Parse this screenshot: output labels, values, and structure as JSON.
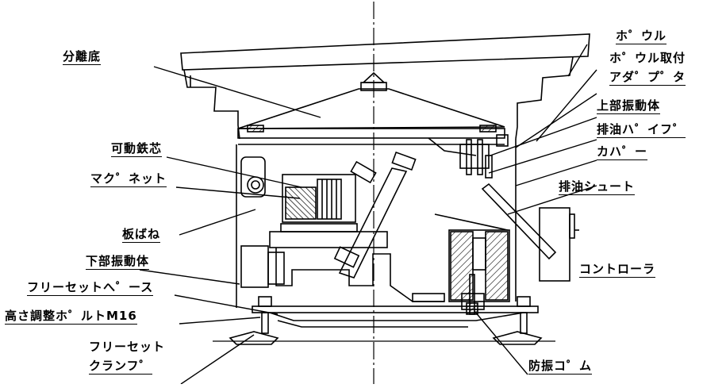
{
  "labels": {
    "bowl": "ホ゜ウル",
    "bowl_adapter_1": "ホ゜ウル取付",
    "bowl_adapter_2": "アダ゜プ゜タ",
    "separation_bottom": "分離底",
    "upper_vibrator": "上部振動体",
    "oil_drain_pipe": "排油ハ゜イフ゜",
    "cover": "カハ゜ー",
    "movable_core": "可動鉄芯",
    "oil_drain_chute": "排油シュート",
    "magnet": "マク゜ネット",
    "leaf_spring": "板ばね",
    "lower_vibrator": "下部振動体",
    "controller": "コントローラ",
    "freeset_base": "フリーセットへ゜ース",
    "height_bolt": "高さ調整ホ゜ルトM16",
    "freeset_clamp_1": "フリーセット",
    "freeset_clamp_2": "クランフ゜",
    "vibration_rubber": "防振コ゜ム"
  },
  "colors": {
    "line": "#000000",
    "background": "#ffffff"
  }
}
